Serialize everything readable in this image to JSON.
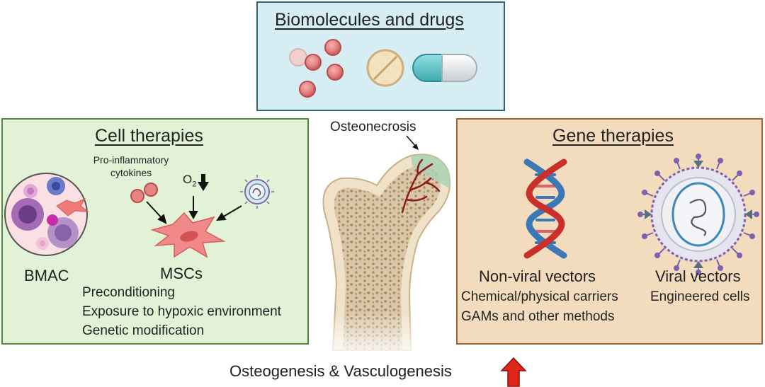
{
  "colors": {
    "top_fill": "#d6eef3",
    "top_border": "#2c6476",
    "left_fill": "#e2f2d6",
    "left_border": "#4f8a36",
    "right_fill": "#f3dcbd",
    "right_border": "#9a6438",
    "arrow_red": "#e0251b"
  },
  "biomolecules": {
    "title": "Biomolecules and drugs"
  },
  "cell_therapies": {
    "title": "Cell therapies",
    "cytokines_label": [
      "Pro-inflammatory",
      "cytokines"
    ],
    "o2_label": "O",
    "o2_sub": "2",
    "bmac_label": "BMAC",
    "mscs_label": "MSCs",
    "items": [
      "Preconditioning",
      "Exposure to hypoxic environment",
      "Genetic modification"
    ]
  },
  "center": {
    "osteonecrosis_label": "Osteonecrosis",
    "bottom_label": "Osteogenesis & Vasculogenesis"
  },
  "gene_therapies": {
    "title": "Gene therapies",
    "nonviral_title": "Non-viral vectors",
    "nonviral_items": [
      "Chemical/physical carriers",
      "GAMs and other methods"
    ],
    "viral_title": "Viral vectors",
    "viral_items": [
      "Engineered cells"
    ]
  }
}
